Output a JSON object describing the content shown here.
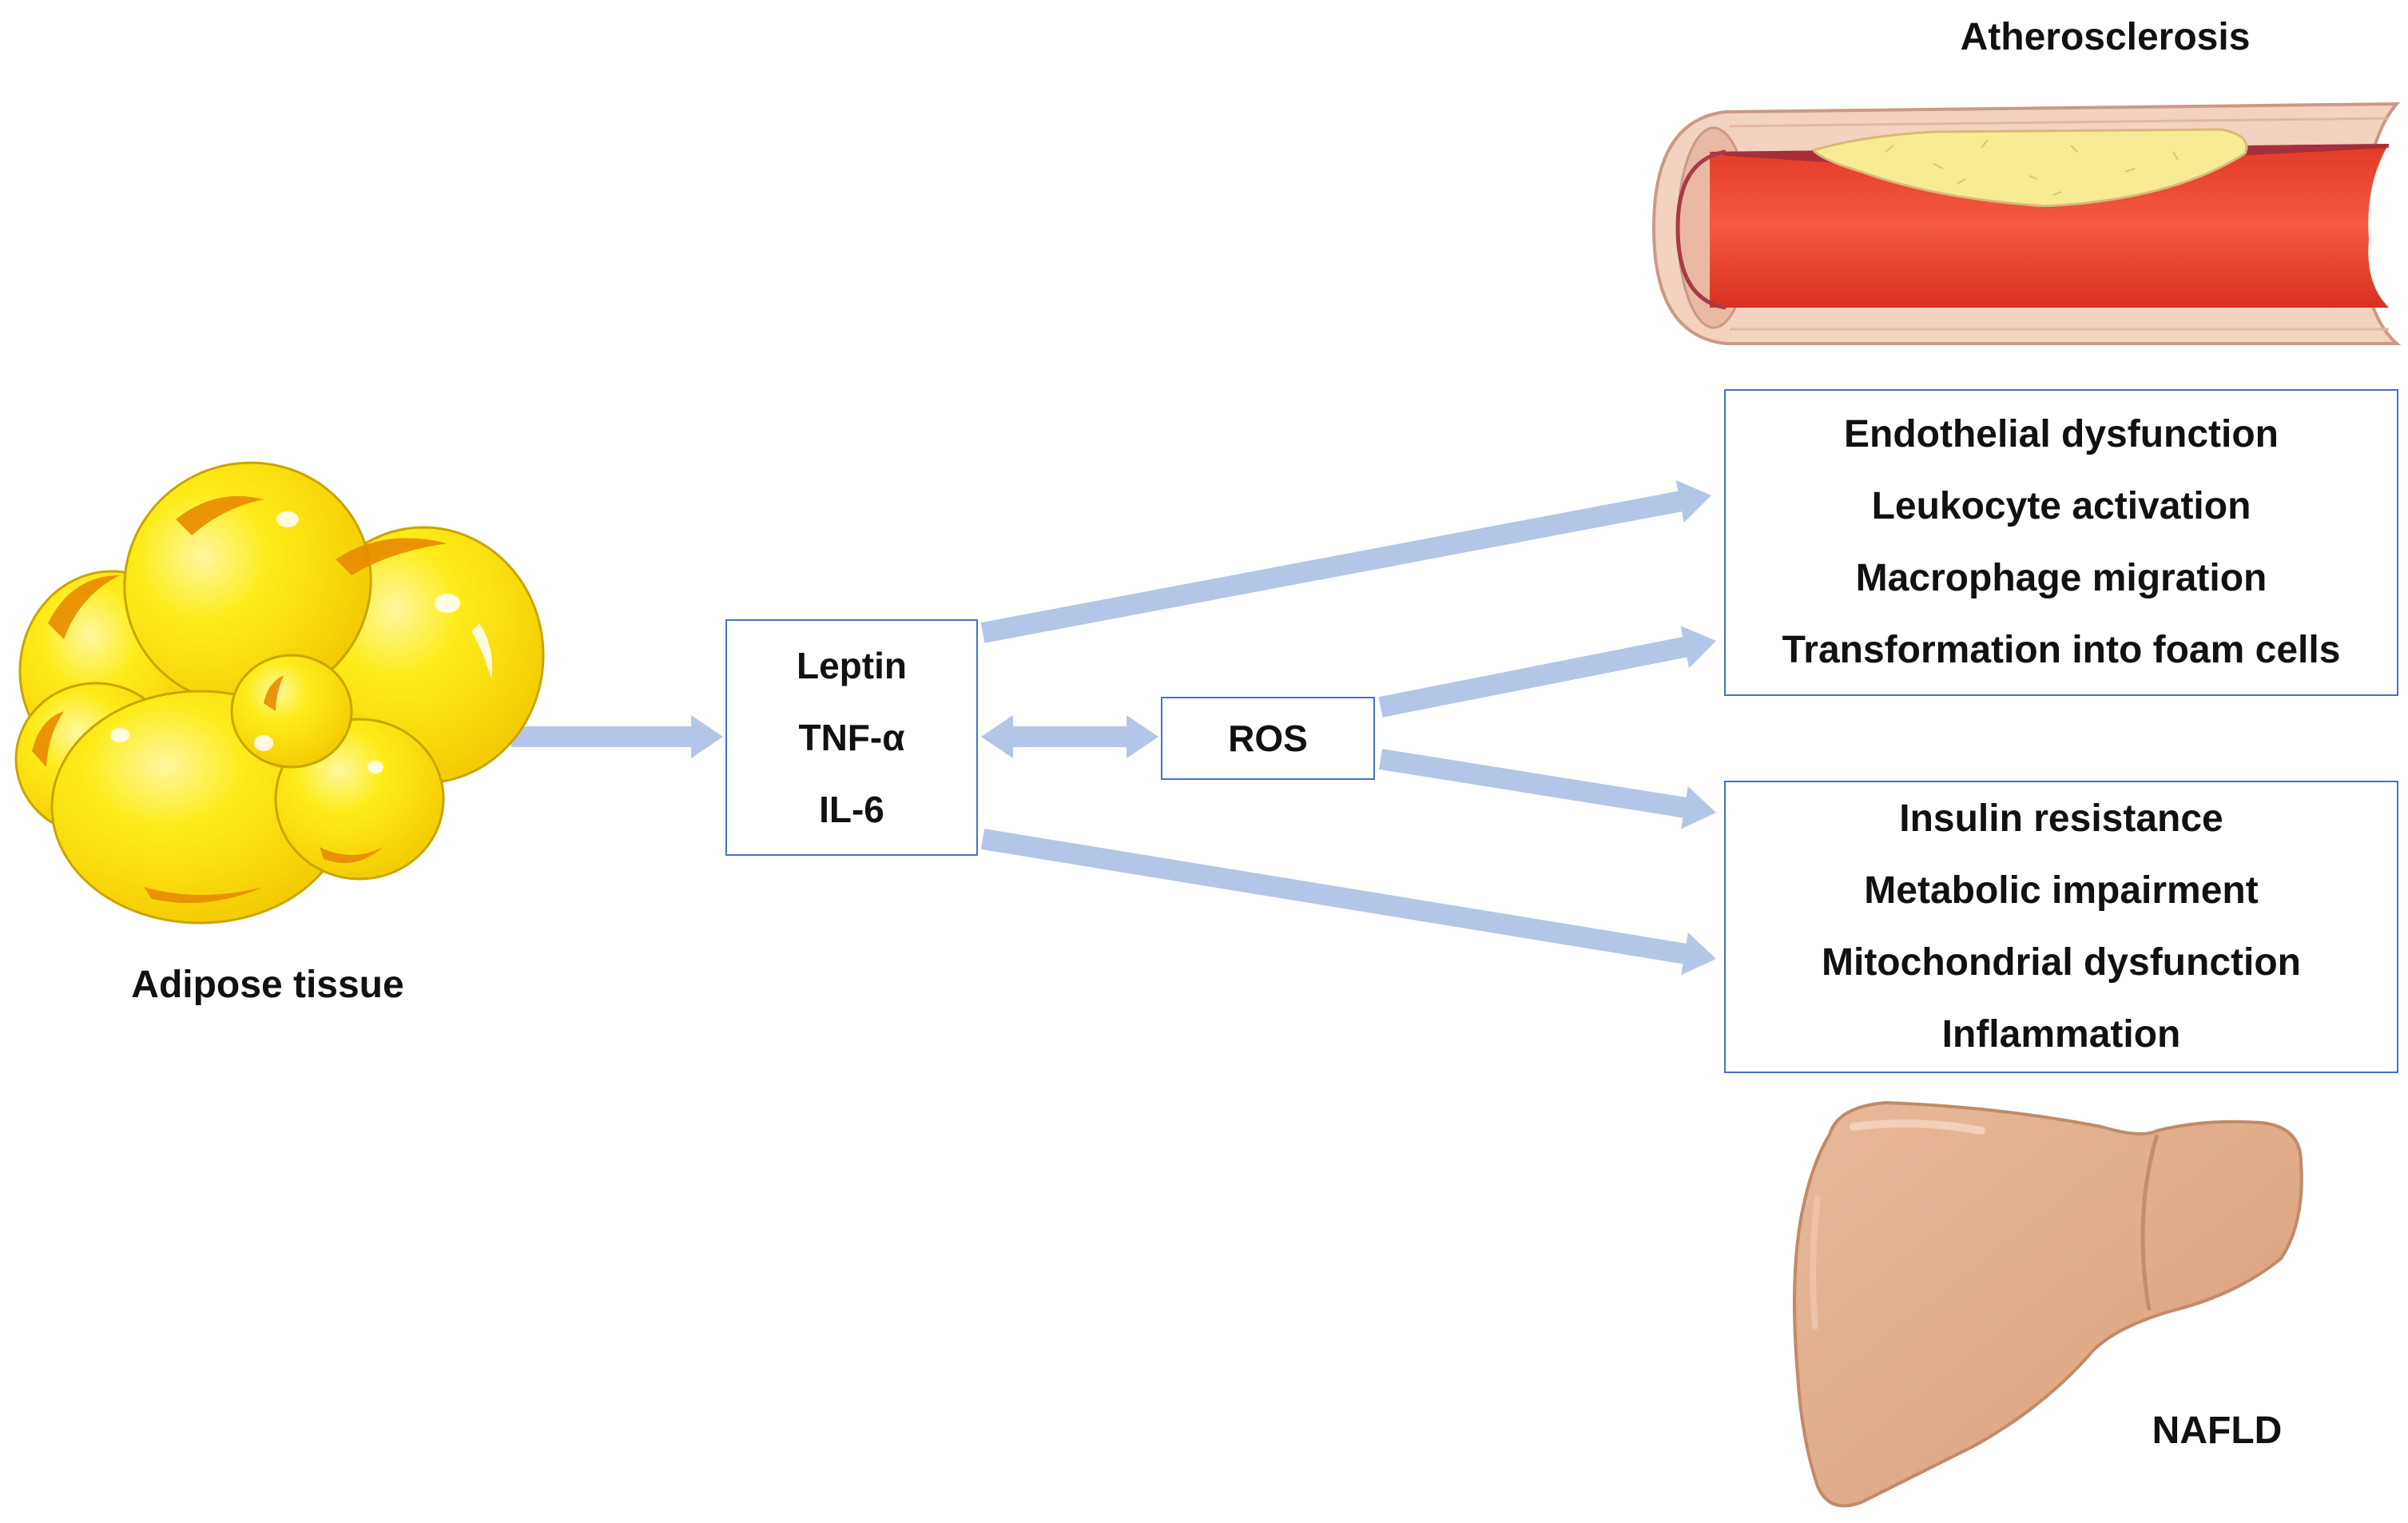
{
  "labels": {
    "atherosclerosis": "Atherosclerosis",
    "adipose": "Adipose tissue",
    "nafld": "NAFLD"
  },
  "cytokines": [
    "Leptin",
    "TNF-α",
    "IL-6"
  ],
  "ros": "ROS",
  "athero_effects": [
    "Endothelial dysfunction",
    "Leukocyte activation",
    "Macrophage migration",
    "Transformation into foam cells"
  ],
  "nafld_effects": [
    "Insulin resistance",
    "Metabolic impairment",
    "Mitochondrial dysfunction",
    "Inflammation"
  ],
  "colors": {
    "arrow": "#b4c6e7",
    "box_border": "#4472c4",
    "fat": "#ffe600",
    "fat_shade": "#e88a00",
    "blood": "#f04a35",
    "plaque": "#f7ec94",
    "vessel_wall": "#f3d2bf",
    "liver": "#e2ad8c"
  },
  "icons": [
    "adipose-tissue-icon",
    "artery-plaque-icon",
    "liver-icon"
  ]
}
